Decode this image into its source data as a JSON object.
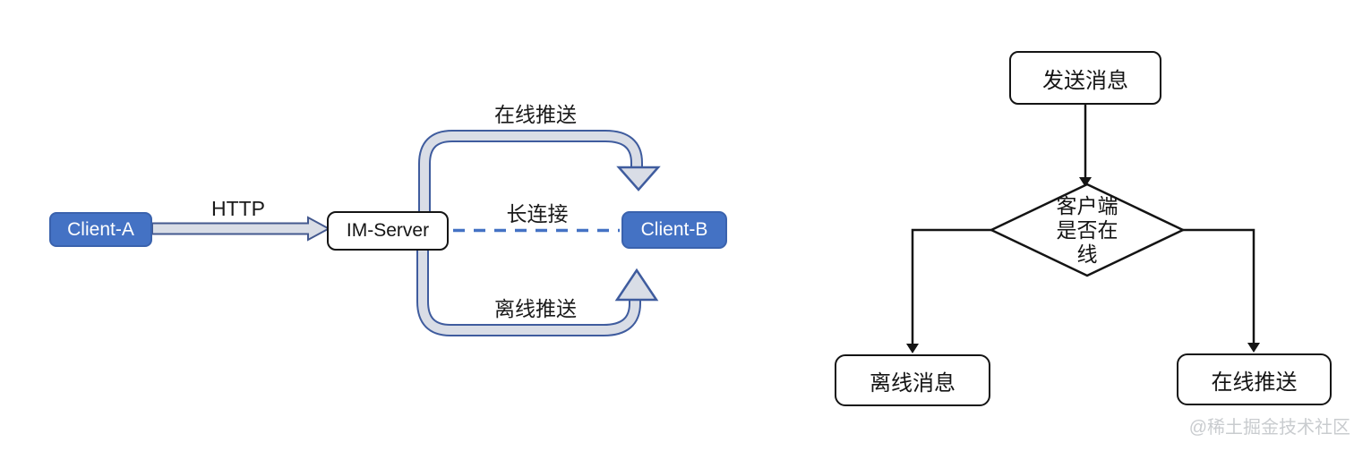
{
  "canvas": {
    "background": "#ffffff",
    "watermark": "@稀土掘金技术社区",
    "watermark_color": "#c9cccf"
  },
  "im_flow": {
    "client_a": "Client-A",
    "http_label": "HTTP",
    "im_server": "IM-Server",
    "client_b": "Client-B",
    "online_push_label": "在线推送",
    "long_connection_label": "长连接",
    "offline_push_label": "离线推送",
    "colors": {
      "node_fill": "#4472c4",
      "node_border": "#2f5597",
      "arrow_fill": "#d9dde6",
      "arrow_border": "#3f5c9e",
      "dashed_line": "#4472c4"
    }
  },
  "decision_flow": {
    "start": "发送消息",
    "decision_line1": "客户端",
    "decision_line2": "是否在",
    "decision_line3": "线",
    "offline_result": "离线消息",
    "online_result": "在线推送",
    "line_color": "#141414"
  }
}
